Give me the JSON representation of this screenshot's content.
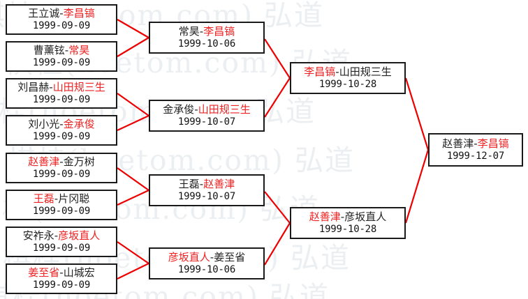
{
  "diagram": {
    "kind": "tournament-bracket",
    "watermark_text": "棋桂(hoetom.com) 弘道",
    "winner_color": "#ee2222",
    "loser_color": "#222222",
    "connector_color": "#ee0000",
    "box_border_color": "#1a1a1a",
    "background_color": "#ffffff"
  },
  "rounds": [
    {
      "name": "round-1",
      "matches": [
        {
          "left": "王立诚",
          "right": "李昌镐",
          "winner": "right",
          "date": "1999-09-09"
        },
        {
          "left": "曹薰铉",
          "right": "常昊",
          "winner": "right",
          "date": "1999-09-09"
        },
        {
          "left": "刘昌赫",
          "right": "山田规三生",
          "winner": "right",
          "date": "1999-09-09"
        },
        {
          "left": "刘小光",
          "right": "金承俊",
          "winner": "right",
          "date": "1999-09-09"
        },
        {
          "left": "赵善津",
          "right": "金万树",
          "winner": "left",
          "date": "1999-09-09"
        },
        {
          "left": "王磊",
          "right": "片冈聪",
          "winner": "left",
          "date": "1999-09-09"
        },
        {
          "left": "安祚永",
          "right": "彦坂直人",
          "winner": "right",
          "date": "1999-09-09"
        },
        {
          "left": "姜至省",
          "right": "山城宏",
          "winner": "left",
          "date": "1999-09-09"
        }
      ]
    },
    {
      "name": "round-2",
      "matches": [
        {
          "left": "常昊",
          "right": "李昌镐",
          "winner": "right",
          "date": "1999-10-06"
        },
        {
          "left": "金承俊",
          "right": "山田规三生",
          "winner": "right",
          "date": "1999-10-07"
        },
        {
          "left": "王磊",
          "right": "赵善津",
          "winner": "right",
          "date": "1999-10-07"
        },
        {
          "left": "彦坂直人",
          "right": "姜至省",
          "winner": "left",
          "date": "1999-10-06"
        }
      ]
    },
    {
      "name": "round-3",
      "matches": [
        {
          "left": "李昌镐",
          "right": "山田规三生",
          "winner": "left",
          "date": "1999-10-28"
        },
        {
          "left": "赵善津",
          "right": "彦坂直人",
          "winner": "left",
          "date": "1999-10-28"
        }
      ]
    },
    {
      "name": "final",
      "matches": [
        {
          "left": "赵善津",
          "right": "李昌镐",
          "winner": "right",
          "date": "1999-12-07"
        }
      ]
    }
  ]
}
